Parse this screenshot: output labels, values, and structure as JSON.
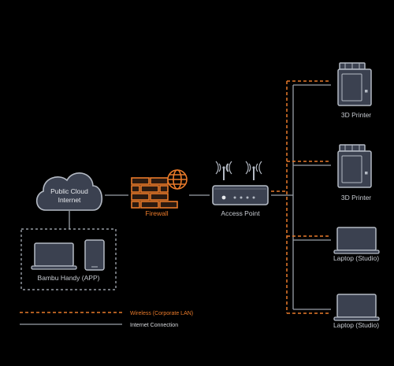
{
  "nodes": {
    "cloud": {
      "label_line1": "Public Cloud",
      "label_line2": "Internet"
    },
    "handy": {
      "label": "Bambu Handy (APP)"
    },
    "firewall": {
      "label": "Firewall"
    },
    "access_point": {
      "label": "Access Point"
    },
    "devices": [
      {
        "label": "3D Printer",
        "kind": "printer-icon"
      },
      {
        "label": "3D Printer",
        "kind": "printer-icon"
      },
      {
        "label": "Laptop (Studio)",
        "kind": "laptop-icon"
      },
      {
        "label": "Laptop (Studio)",
        "kind": "laptop-icon"
      }
    ]
  },
  "legend": [
    {
      "label": "Wireless (Corporate LAN)",
      "style": "dashed",
      "color": "#e97a2a"
    },
    {
      "label": "Internet Connection",
      "style": "solid",
      "color": "#9aa0a8"
    }
  ],
  "colors": {
    "background": "#000000",
    "accent_orange": "#e97a2a",
    "icon_fill": "#3b4150",
    "icon_stroke": "#b4bac4",
    "line_gray": "#9aa0a8"
  }
}
